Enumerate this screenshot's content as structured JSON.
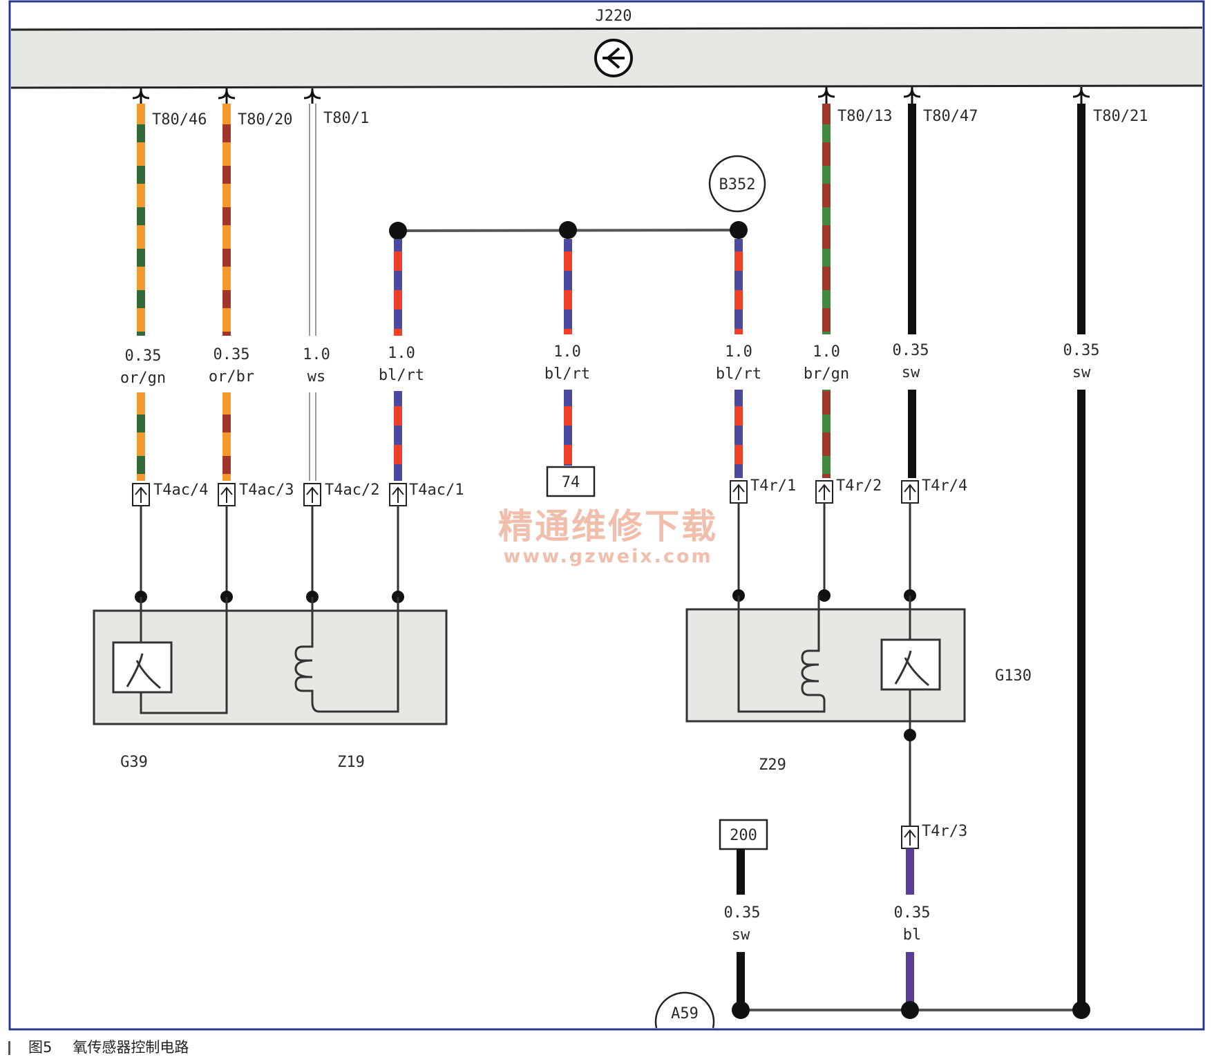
{
  "ecu": {
    "name": "J220"
  },
  "pins": [
    {
      "id": "T80/46",
      "gauge": "0.35",
      "color": "or/gn"
    },
    {
      "id": "T80/20",
      "gauge": "0.35",
      "color": "or/br"
    },
    {
      "id": "T80/1",
      "gauge": "1.0",
      "color": "ws"
    },
    {
      "id": "T80/13",
      "gauge": "1.0",
      "color": "br/gn"
    },
    {
      "id": "T80/47",
      "gauge": "0.35",
      "color": "sw"
    },
    {
      "id": "T80/21",
      "gauge": "0.35",
      "color": "sw"
    }
  ],
  "bl_rt_wires": [
    {
      "gauge": "1.0",
      "color": "bl/rt"
    },
    {
      "gauge": "1.0",
      "color": "bl/rt"
    },
    {
      "gauge": "1.0",
      "color": "bl/rt"
    }
  ],
  "connectors": {
    "t4ac": [
      "T4ac/4",
      "T4ac/3",
      "T4ac/2",
      "T4ac/1"
    ],
    "t4r": [
      "T4r/1",
      "T4r/2",
      "T4r/4",
      "T4r/3"
    ]
  },
  "components": {
    "front_sensor": "G39",
    "front_heater": "Z19",
    "rear_heater": "Z29",
    "rear_sensor": "G130"
  },
  "splices": {
    "b352": "B352",
    "a59": "A59"
  },
  "ground_refs": {
    "ref74": "74",
    "ref200": "200"
  },
  "bottom_wires": [
    {
      "gauge": "0.35",
      "color": "sw"
    },
    {
      "gauge": "0.35",
      "color": "bl"
    }
  ],
  "caption": {
    "figure": "图5",
    "title": "氧传感器控制电路"
  },
  "watermark": {
    "cn": "精通维修下载",
    "url": "www.gzweix.com"
  },
  "colors": {
    "orange": "#f29a2e",
    "green": "#2f6b3a",
    "brown": "#a0372b",
    "blue": "#4b4a9c",
    "red": "#ef4128",
    "black": "#111111",
    "purple": "#5a3e96",
    "panel": "#e6e8e3",
    "frame": "#2a3a8a"
  }
}
